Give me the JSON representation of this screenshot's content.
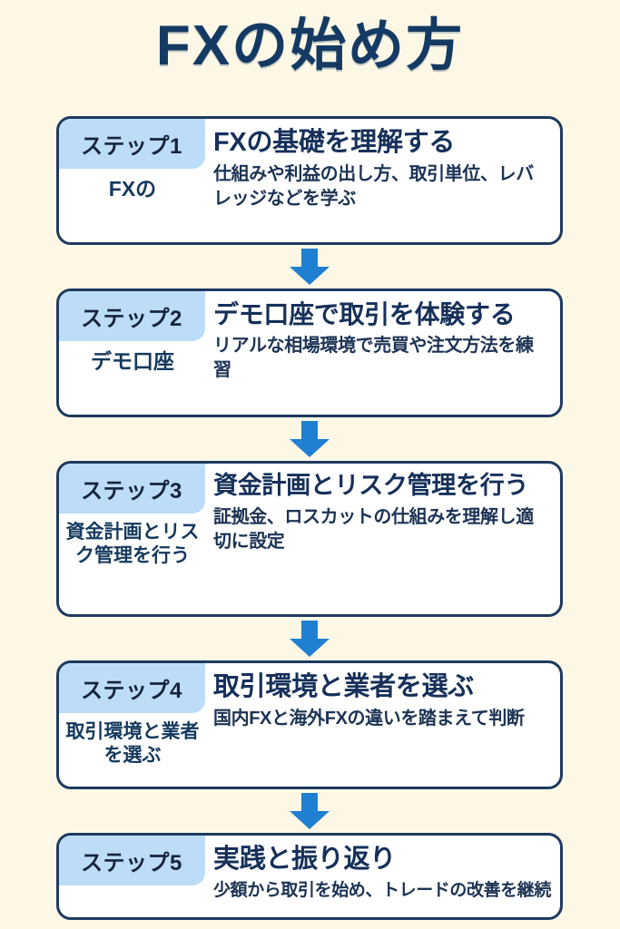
{
  "page": {
    "title": "FXの始め方",
    "background_color": "#fdf8e6",
    "title_color": "#143a63",
    "card_border_color": "#1e3a5f",
    "badge_color": "#bcdcf7",
    "arrow_color": "#1f7fd0"
  },
  "steps": [
    {
      "badge": "ステップ1",
      "left_label": "FXの",
      "title": "FXの基礎を理解する",
      "desc": "仕組みや利益の出し方、取引単位、レバレッジなどを学ぶ"
    },
    {
      "badge": "ステップ2",
      "left_label": "デモ口座",
      "title": "デモ口座で取引を体験する",
      "desc": "リアルな相場環境で売買や注文方法を練習"
    },
    {
      "badge": "ステップ3",
      "left_label": "資金計画とリスク管理を行う",
      "title": "資金計画とリスク管理を行う",
      "desc": "証拠金、ロスカットの仕組みを理解し適切に設定"
    },
    {
      "badge": "ステップ4",
      "left_label": "取引環境と業者を選ぶ",
      "title": "取引環境と業者を選ぶ",
      "desc": "国内FXと海外FXの違いを踏まえて判断"
    },
    {
      "badge": "ステップ5",
      "left_label": "",
      "title": "実践と振り返り",
      "desc": "少額から取引を始め、トレードの改善を継続"
    }
  ]
}
